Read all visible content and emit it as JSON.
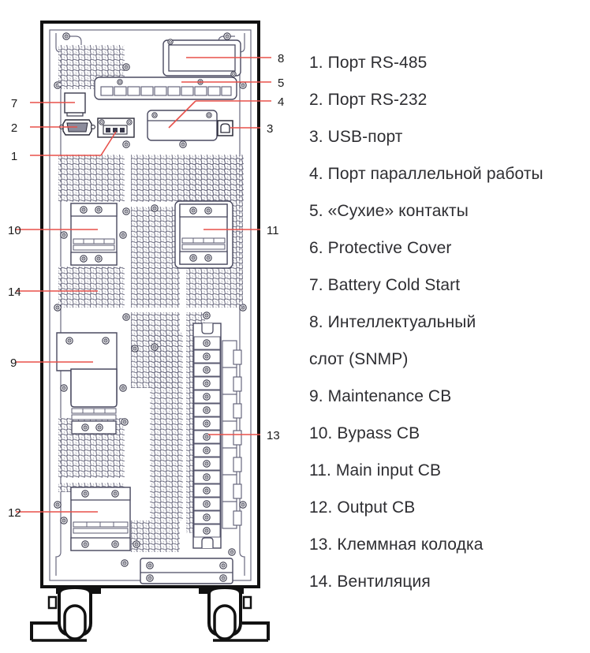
{
  "document": {
    "type": "technical-diagram",
    "subject": "UPS rear panel callout drawing",
    "leader_color": "#e8504a",
    "outline_color": "#111111",
    "detail_color": "#4a4a60",
    "text_color": "#2e2e32"
  },
  "legend": {
    "items": [
      {
        "num": "1.",
        "label": "Порт RS-485"
      },
      {
        "num": "2.",
        "label": "Порт RS-232"
      },
      {
        "num": "3.",
        "label": "USB-порт"
      },
      {
        "num": "4.",
        "label": "Порт параллельной работы"
      },
      {
        "num": "5.",
        "label": "«Сухие» контакты"
      },
      {
        "num": "6.",
        "label": "Protective Cover"
      },
      {
        "num": "7.",
        "label": "Battery Cold Start"
      },
      {
        "num": "8.",
        "label": "Интеллектуальный"
      },
      {
        "num": "",
        "label": "слот (SNMP)"
      },
      {
        "num": "9.",
        "label": "Maintenance CB"
      },
      {
        "num": "10.",
        "label": "Bypass CB"
      },
      {
        "num": "11.",
        "label": "Main input CB"
      },
      {
        "num": "12.",
        "label": "Output CB"
      },
      {
        "num": "13.",
        "label": "Клеммная колодка"
      },
      {
        "num": "14.",
        "label": "Вентиляция"
      }
    ]
  },
  "callouts": {
    "left": [
      {
        "id": "7",
        "text": "7",
        "target": "battery-cold-start-button"
      },
      {
        "id": "2",
        "text": "2",
        "target": "rs232-db9-connector"
      },
      {
        "id": "1",
        "text": "1",
        "target": "rs485-terminal"
      },
      {
        "id": "10",
        "text": "10",
        "target": "bypass-breaker"
      },
      {
        "id": "14",
        "text": "14",
        "target": "ventilation-mesh"
      },
      {
        "id": "9",
        "text": "9",
        "target": "maintenance-breaker"
      },
      {
        "id": "12",
        "text": "12",
        "target": "output-breaker"
      }
    ],
    "right": [
      {
        "id": "8",
        "text": "8",
        "target": "snmp-slot"
      },
      {
        "id": "5",
        "text": "5",
        "target": "dry-contacts-strip"
      },
      {
        "id": "4",
        "text": "4",
        "target": "parallel-port"
      },
      {
        "id": "3",
        "text": "3",
        "target": "usb-port"
      },
      {
        "id": "11",
        "text": "11",
        "target": "main-input-breaker"
      },
      {
        "id": "13",
        "text": "13",
        "target": "terminal-block"
      }
    ]
  }
}
